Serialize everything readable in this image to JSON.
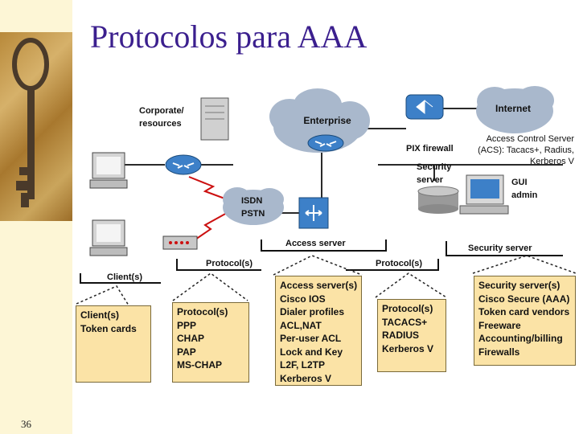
{
  "title": "Protocolos para AAA",
  "page_number": "36",
  "diagram": {
    "nodes": {
      "corporate_resources": [
        "Corporate/",
        "resources"
      ],
      "enterprise": "Enterprise",
      "internet": "Internet",
      "pix_firewall": "PIX firewall",
      "security_server": [
        "Security",
        "server"
      ],
      "gui_admin": [
        "GUI",
        "admin"
      ],
      "isdn_pstn": [
        "ISDN",
        "PSTN"
      ]
    },
    "acs_note": [
      "Access Control Server",
      "(ACS): Tacacs+, Radius,",
      "Kerberos V"
    ],
    "brackets": {
      "access_server": "Access server",
      "security_server": "Security server",
      "protocols_left": "Protocol(s)",
      "protocols_right": "Protocol(s)",
      "clients": "Client(s)"
    },
    "boxes": {
      "clients": [
        "Client(s)",
        "Token cards"
      ],
      "protocols_1": [
        "Protocol(s)",
        "PPP",
        "CHAP",
        "PAP",
        "MS-CHAP"
      ],
      "access_server": [
        "Access server(s)",
        "Cisco IOS",
        "Dialer profiles",
        "ACL,NAT",
        "Per-user ACL",
        "Lock and Key",
        "L2F, L2TP",
        "Kerberos V"
      ],
      "protocols_2": [
        "Protocol(s)",
        "TACACS+",
        "RADIUS",
        "Kerberos V"
      ],
      "security_server": [
        "Security server(s)",
        "Cisco Secure (AAA)",
        "Token card vendors",
        "Freeware",
        "Accounting/billing",
        "Firewalls"
      ]
    }
  },
  "colors": {
    "title": "#3b1f8e",
    "cloud": "#a9b8cc",
    "router": "#3d80c8",
    "box_fill": "#fbe3a6",
    "link": "#cc1010"
  }
}
